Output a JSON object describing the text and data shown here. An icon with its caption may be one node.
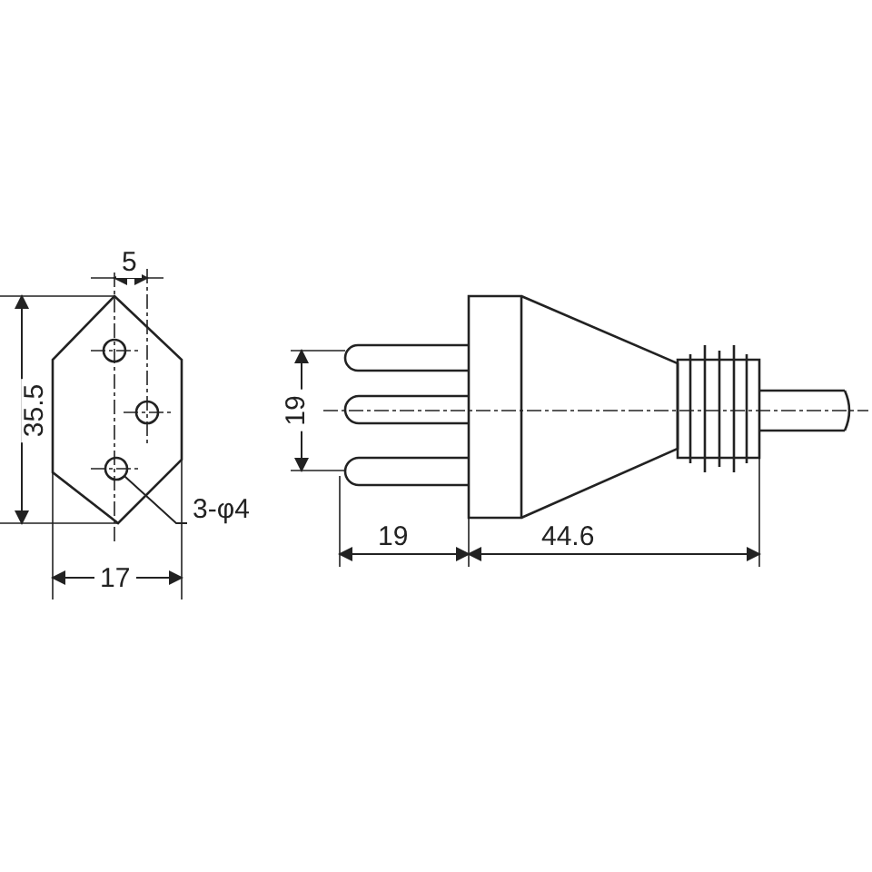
{
  "diagram": {
    "nodes": [
      {
        "text": [
          "3-φ4"
        ]
      },
      {
        "text": [],
        "shape": "circle"
      }
    ],
    "edges": [
      {
        "from": 0,
        "to": 1,
        "arrow": "none"
      }
    ],
    "labels": [
      "5",
      "35.5",
      "19",
      "19",
      "44.6",
      "17"
    ]
  }
}
